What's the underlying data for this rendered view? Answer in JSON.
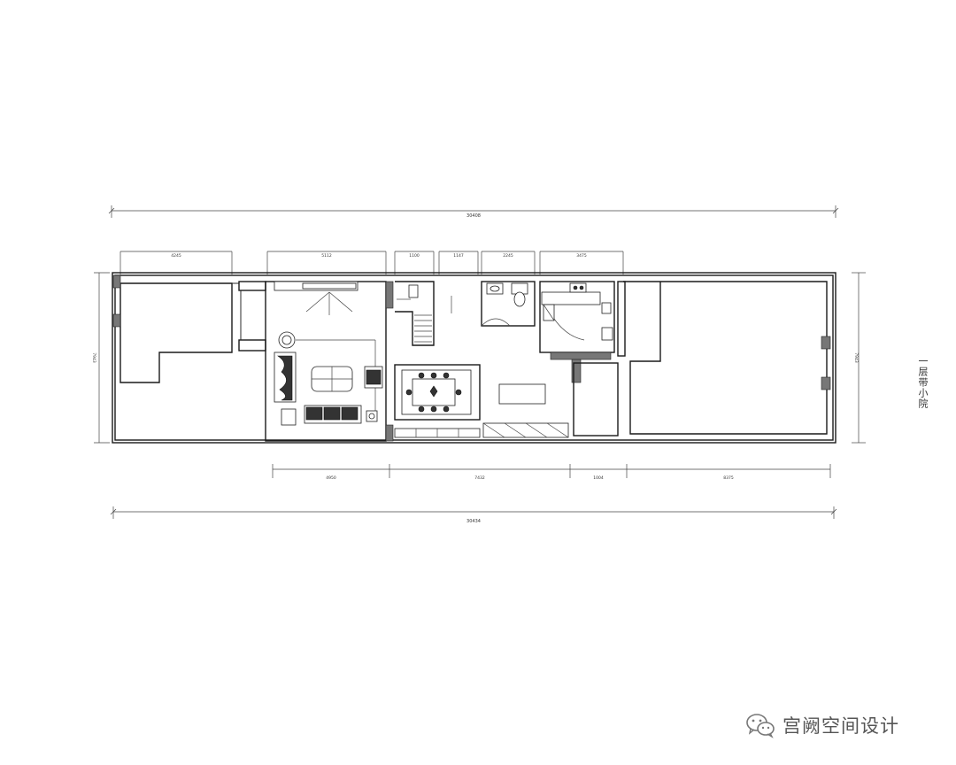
{
  "drawing_title": "一层带小院",
  "dimensions": {
    "overall_top": "30408",
    "overall_bottom": "30434",
    "left_height": "7943",
    "right_height": "7943",
    "top_segments": [
      "4245",
      "5112",
      "1100",
      "1147",
      "2245",
      "3475"
    ],
    "bottom_segments": [
      "4950",
      "7432",
      "1004",
      "8375"
    ]
  },
  "watermark": {
    "text": "宫阙空间设计",
    "icon": "wechat-icon"
  }
}
